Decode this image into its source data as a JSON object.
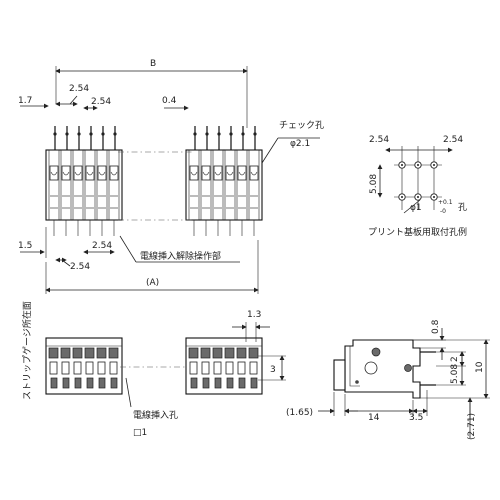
{
  "top_view": {
    "dim_B": "B",
    "dim_left_1_7": "1.7",
    "dim_top_pitch_1": "2.54",
    "dim_top_pitch_2": "2.54",
    "dim_0_4": "0.4",
    "check_hole_label": "チェック孔",
    "check_hole_dia": "φ2.1",
    "dim_1_5": "1.5",
    "dim_bottom_pitch_1": "2.54",
    "dim_bottom_pitch_2": "2.54",
    "release_hole_label": "電線挿入解除操作部",
    "dim_A": "(A)"
  },
  "pcb_pattern": {
    "dim_pitch_left": "2.54",
    "dim_pitch_right": "2.54",
    "dim_5_08": "5.08",
    "hole_dia_prefix": "φ1",
    "tol_plus": "+0.1",
    "tol_minus": "-0",
    "hole_suffix": "孔",
    "caption": "プリント基板用取付孔例"
  },
  "front_view": {
    "strip_gauge_label": "ストリップゲージ所在面",
    "dim_1_3": "1.3",
    "dim_3": "3",
    "wire_hole_label": "電線挿入孔",
    "wire_hole_size": "□1"
  },
  "side_view": {
    "dim_0_8": "0.8",
    "dim_2": "2",
    "dim_5_08": "5.08",
    "dim_10": "10",
    "dim_1_65": "(1.65)",
    "dim_14": "14",
    "dim_3_5": "3.5",
    "dim_2_71": "(2.71)"
  }
}
